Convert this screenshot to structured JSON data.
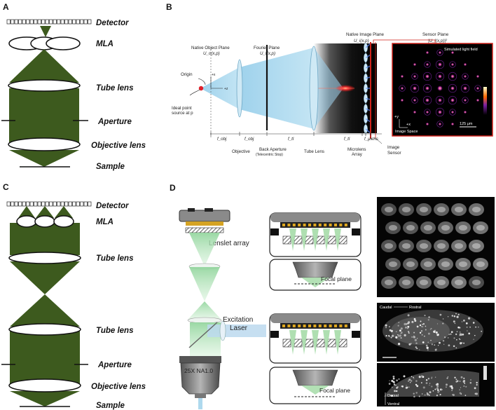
{
  "panels": {
    "a": {
      "letter": "A",
      "labels": {
        "detector": "Detector",
        "mla": "MLA",
        "tube_lens": "Tube lens",
        "aperture": "Aperture",
        "objective_lens": "Objective lens",
        "sample": "Sample"
      }
    },
    "b": {
      "letter": "B",
      "native_object_plane": "Native Object Plane",
      "native_object_plane_fn": "U_o(x,p)",
      "fourier_plane": "Fourier Plane",
      "fourier_plane_fn": "U_f(x,p)",
      "native_image_plane": "Native Image Plane",
      "native_image_plane_fn": "U_i(x,p)",
      "sensor_plane": "Sensor Plane",
      "sensor_plane_fn": "|U_l(x,p)|²",
      "origin": "Origin",
      "ideal_point_source_1": "Ideal point",
      "ideal_point_source_2": "source at p",
      "axis_x": "+x",
      "axis_z": "+z",
      "f_obj_1": "f_obj",
      "f_obj_2": "f_obj",
      "f_tl_1": "f_tl",
      "f_tl_2": "f_tl",
      "f_ulens": "f_μlens",
      "objective": "Objective",
      "back_aperture": "Back Aperture",
      "telecentric_stop": "(Telecentric Stop)",
      "tube_lens": "Tube Lens",
      "microlens_array_1": "Microlens",
      "microlens_array_2": "Array",
      "image_sensor_1": "Image",
      "image_sensor_2": "Sensor",
      "simulated_light_field": "Simulated light field",
      "image_space": "Image Space",
      "axis_x_img": "+x",
      "axis_y_img": "+y",
      "scale_bar": "125 μm"
    },
    "c": {
      "letter": "C",
      "labels": {
        "detector": "Detector",
        "mla": "MLA",
        "tube_lens_top": "Tube lens",
        "tube_lens_bottom": "Tube lens",
        "aperture": "Aperture",
        "objective_lens": "Objective lens",
        "sample": "Sample"
      }
    },
    "d": {
      "letter": "D",
      "lenslet_array": "Lenslet array",
      "excitation_laser_1": "Excitation",
      "excitation_laser_2": "Laser",
      "objective_spec": "25X NA1.0",
      "focal_plane_top": "Focal plane",
      "focal_plane_bottom": "Focal plane",
      "caudal": "Caudal",
      "rostral": "Rostral",
      "dorsal": "Dorsal",
      "ventral": "Ventral"
    }
  },
  "colors": {
    "forest_green": "#3d5a1e",
    "sensor_red": "#d0221b",
    "optic_blue": "#a8d4ea",
    "lens_light_green": "#a6dca8"
  }
}
